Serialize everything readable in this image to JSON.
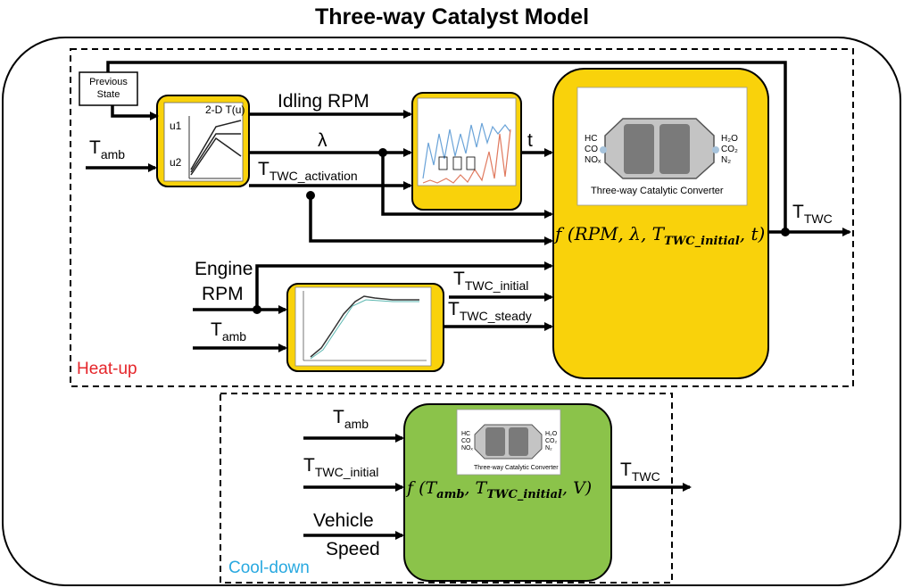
{
  "title": "Three-way Catalyst Model",
  "colors": {
    "yellow": "#f9d20b",
    "green": "#8bc34a",
    "heat": "#e5252a",
    "cool": "#29a9e0"
  },
  "previous_state": {
    "line1": "Previous",
    "line2": "State"
  },
  "lookup": {
    "title": "2-D T(u)",
    "u1": "u1",
    "u2": "u2"
  },
  "signals": {
    "idling_rpm": "Idling RPM",
    "lambda": "λ",
    "t": "t",
    "t_amb_main": "T",
    "t_amb_main_sub": "amb",
    "t_activation": "T",
    "t_activation_sub": "TWC_activation",
    "engine": "Engine",
    "rpm": "RPM",
    "t_amb_2": "T",
    "t_amb_2_sub": "amb",
    "t_initial": "T",
    "t_initial_sub": "TWC_initial",
    "t_steady": "T",
    "t_steady_sub": "TWC_steady",
    "t_twc_out": "T",
    "t_twc_out_sub": "TWC"
  },
  "heat_func": {
    "prefix": "f (RPM, λ, T",
    "sub": "TWC_initial",
    "suffix": ", t)"
  },
  "converter_main": {
    "label": "Three-way Catalytic Converter",
    "in": [
      "HC",
      "CO",
      "NOₓ"
    ],
    "out": [
      "H₂O",
      "CO₂",
      "N₂"
    ]
  },
  "heat_label": "Heat-up",
  "cool": {
    "label": "Cool-down",
    "t_amb": "T",
    "t_amb_sub": "amb",
    "t_initial": "T",
    "t_initial_sub": "TWC_initial",
    "vehicle": "Vehicle",
    "speed": "Speed",
    "t_out": "T",
    "t_out_sub": "TWC",
    "func": {
      "prefix": "f (T",
      "sub1": "amb",
      "mid": ", T",
      "sub2": "TWC_initial",
      "suffix": ", V)"
    },
    "converter": {
      "label": "Three-way Catalytic Converter",
      "in": [
        "HC",
        "CO",
        "NOₓ"
      ],
      "out": [
        "H₂O",
        "CO₂",
        "N₂"
      ]
    }
  }
}
